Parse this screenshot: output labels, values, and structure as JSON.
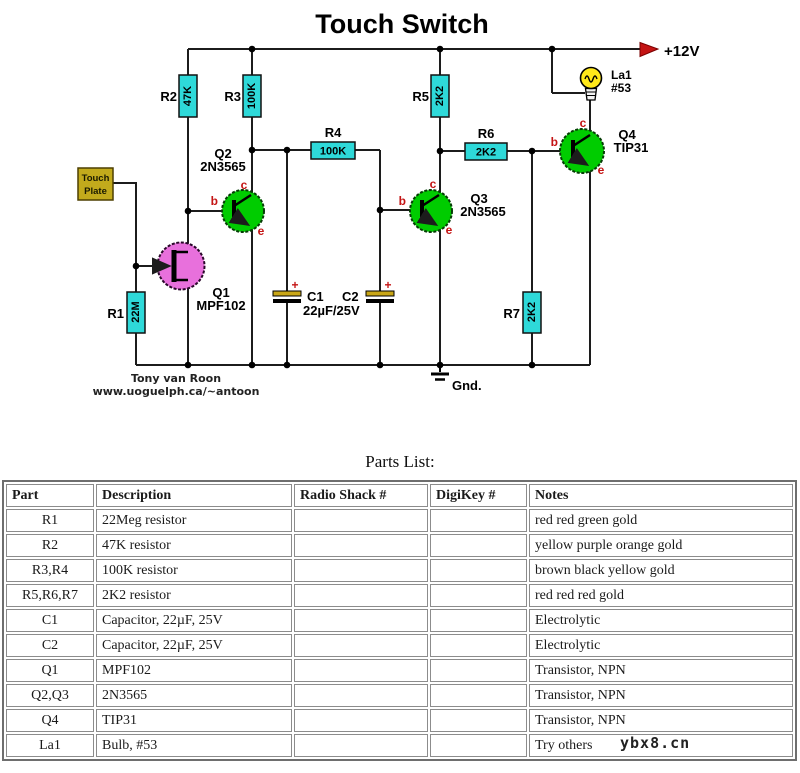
{
  "circuit": {
    "title": "Touch Switch",
    "supply_label": "+12V",
    "ground_label": "Gnd.",
    "touch_plate_line1": "Touch",
    "touch_plate_line2": "Plate",
    "credit_name": "Tony van Roon",
    "credit_url": "www.uoguelph.ca/~antoon",
    "pin_labels": {
      "base": "b",
      "collector": "c",
      "emitter": "e"
    },
    "resistors": {
      "r1": {
        "name": "R1",
        "value": "22M"
      },
      "r2": {
        "name": "R2",
        "value": "47K"
      },
      "r3": {
        "name": "R3",
        "value": "100K"
      },
      "r4": {
        "name": "R4",
        "value": "100K"
      },
      "r5": {
        "name": "R5",
        "value": "2K2"
      },
      "r6": {
        "name": "R6",
        "value": "2K2"
      },
      "r7": {
        "name": "R7",
        "value": "2K2"
      }
    },
    "transistors": {
      "q1": {
        "name": "Q1",
        "part": "MPF102"
      },
      "q2": {
        "name": "Q2",
        "part": "2N3565"
      },
      "q3": {
        "name": "Q3",
        "part": "2N3565"
      },
      "q4": {
        "name": "Q4",
        "part": "TIP31"
      }
    },
    "capacitors": {
      "c1": "C1",
      "c2": "C2",
      "shared_value": "22µF/25V",
      "plus": "+"
    },
    "lamp": {
      "name": "La1",
      "part": "#53"
    },
    "colors": {
      "wire": "#1c1c1c",
      "resistor_fill": "#2ed9d9",
      "transistor_fill": "#00cc00",
      "fet_fill": "#e870dc",
      "touch_plate_fill": "#c2aa1c",
      "bulb_fill": "#ffe81a",
      "cap_plate_fill": "#c9a616",
      "accent_red": "#c41414"
    }
  },
  "parts_list": {
    "heading": "Parts List:",
    "columns": [
      "Part",
      "Description",
      "Radio Shack #",
      "DigiKey #",
      "Notes"
    ],
    "rows": [
      {
        "part": "R1",
        "description": "22Meg resistor",
        "radio_shack": "",
        "digikey": "",
        "notes": "red red green gold"
      },
      {
        "part": "R2",
        "description": "47K resistor",
        "radio_shack": "",
        "digikey": "",
        "notes": "yellow purple orange gold"
      },
      {
        "part": "R3,R4",
        "description": "100K resistor",
        "radio_shack": "",
        "digikey": "",
        "notes": "brown black yellow gold"
      },
      {
        "part": "R5,R6,R7",
        "description": "2K2 resistor",
        "radio_shack": "",
        "digikey": "",
        "notes": "red red red gold"
      },
      {
        "part": "C1",
        "description": "Capacitor, 22µF, 25V",
        "radio_shack": "",
        "digikey": "",
        "notes": "Electrolytic"
      },
      {
        "part": "C2",
        "description": "Capacitor, 22µF, 25V",
        "radio_shack": "",
        "digikey": "",
        "notes": "Electrolytic"
      },
      {
        "part": "Q1",
        "description": "MPF102",
        "radio_shack": "",
        "digikey": "",
        "notes": "Transistor, NPN"
      },
      {
        "part": "Q2,Q3",
        "description": "2N3565",
        "radio_shack": "",
        "digikey": "",
        "notes": "Transistor, NPN"
      },
      {
        "part": "Q4",
        "description": "TIP31",
        "radio_shack": "",
        "digikey": "",
        "notes": "Transistor, NPN"
      },
      {
        "part": "La1",
        "description": "Bulb, #53",
        "radio_shack": "",
        "digikey": "",
        "notes": "Try others"
      }
    ]
  },
  "watermark": "ybx8.cn"
}
